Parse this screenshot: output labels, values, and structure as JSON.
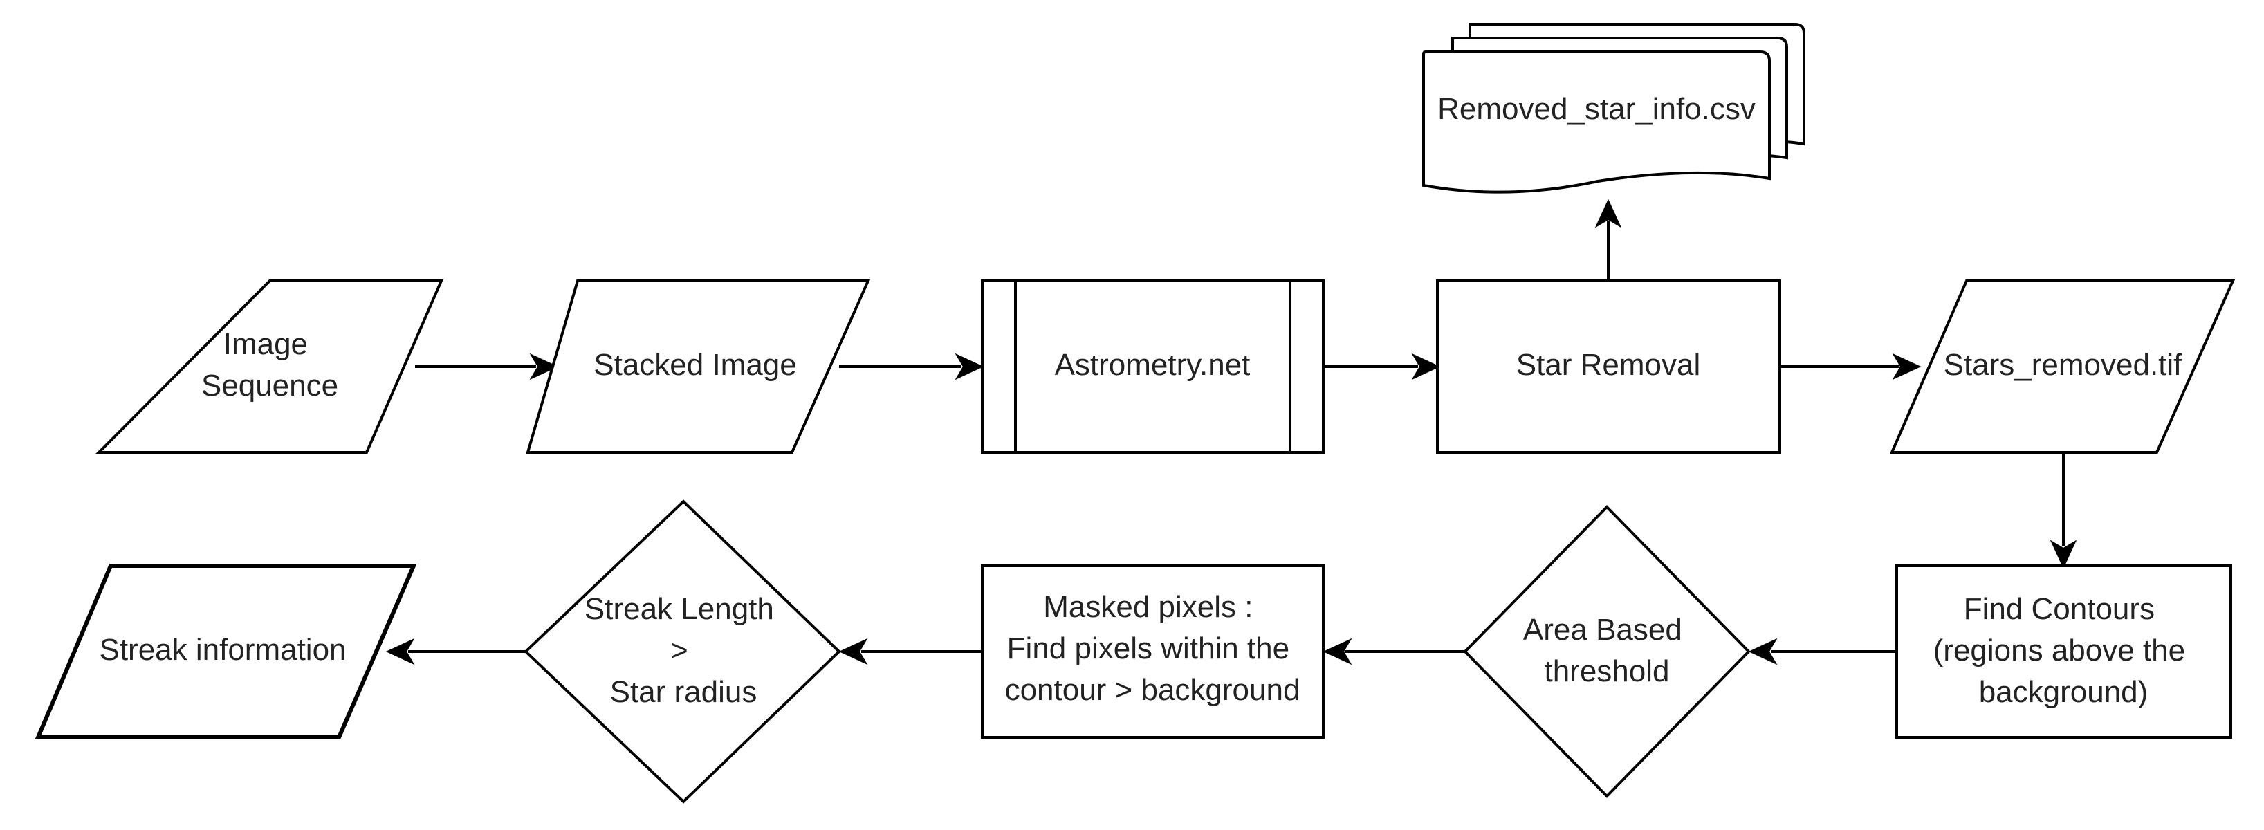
{
  "nodes": {
    "image_sequence": {
      "lines": [
        "Image",
        "Sequence"
      ]
    },
    "stacked_image": {
      "lines": [
        "Stacked Image"
      ]
    },
    "astrometry": {
      "lines": [
        "Astrometry.net"
      ]
    },
    "star_removal": {
      "lines": [
        "Star Removal"
      ]
    },
    "removed_star_info": {
      "lines": [
        "Removed_star_info.csv"
      ]
    },
    "stars_removed": {
      "lines": [
        "Stars_removed.tif"
      ]
    },
    "find_contours": {
      "lines": [
        "Find Contours",
        "(regions above the",
        "background)"
      ]
    },
    "area_threshold": {
      "lines": [
        "Area Based",
        "threshold"
      ]
    },
    "masked_pixels": {
      "lines": [
        "Masked pixels :",
        "Find pixels within the",
        "contour > background"
      ]
    },
    "streak_length": {
      "lines": [
        "Streak Length",
        ">",
        "Star radius"
      ]
    },
    "streak_information": {
      "lines": [
        "Streak information"
      ]
    }
  }
}
